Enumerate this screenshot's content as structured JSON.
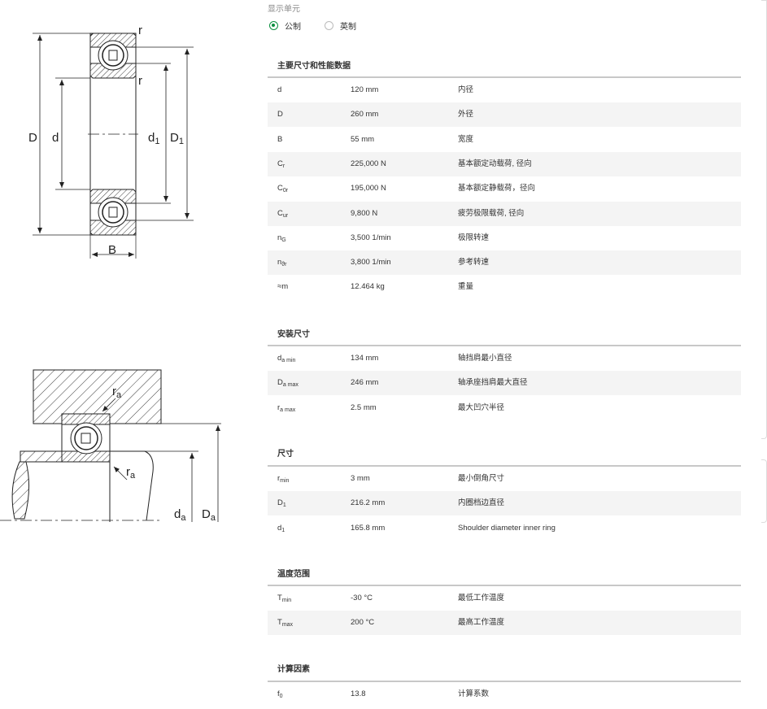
{
  "unit_selector": {
    "label": "显示单元",
    "options": [
      {
        "label": "公制",
        "selected": true
      },
      {
        "label": "英制",
        "selected": false
      }
    ]
  },
  "sections": [
    {
      "title": "主要尺寸和性能数据",
      "rows": [
        {
          "sym": "d",
          "sub": "",
          "value": "120 mm",
          "desc": "内径"
        },
        {
          "sym": "D",
          "sub": "",
          "value": "260 mm",
          "desc": "外径"
        },
        {
          "sym": "B",
          "sub": "",
          "value": "55 mm",
          "desc": "宽度"
        },
        {
          "sym": "C",
          "sub": "r",
          "value": "225,000 N",
          "desc": "基本额定动载荷, 径向"
        },
        {
          "sym": "C",
          "sub": "0r",
          "value": "195,000 N",
          "desc": "基本额定静载荷，径向"
        },
        {
          "sym": "C",
          "sub": "ur",
          "value": "9,800 N",
          "desc": "疲劳极限载荷, 径向"
        },
        {
          "sym": "n",
          "sub": "G",
          "value": "3,500 1/min",
          "desc": "极限转速"
        },
        {
          "sym": "n",
          "sub": "ϑr",
          "value": "3,800 1/min",
          "desc": "参考转速"
        },
        {
          "sym": "≈m",
          "sub": "",
          "value": "12.464 kg",
          "desc": "重量"
        }
      ]
    },
    {
      "title": "安装尺寸",
      "rows": [
        {
          "sym": "d",
          "sub": "a min",
          "value": "134 mm",
          "desc": "轴挡肩最小直径"
        },
        {
          "sym": "D",
          "sub": "a max",
          "value": "246 mm",
          "desc": "轴承座挡肩最大直径"
        },
        {
          "sym": "r",
          "sub": "a max",
          "value": "2.5 mm",
          "desc": "最大凹穴半径"
        }
      ]
    },
    {
      "title": "尺寸",
      "rows": [
        {
          "sym": "r",
          "sub": "min",
          "value": "3 mm",
          "desc": "最小倒角尺寸"
        },
        {
          "sym": "D",
          "sub": "1",
          "value": "216.2 mm",
          "desc": "内圈档边直径"
        },
        {
          "sym": "d",
          "sub": "1",
          "value": "165.8 mm",
          "desc": "Shoulder diameter inner ring"
        }
      ]
    },
    {
      "title": "温度范围",
      "rows": [
        {
          "sym": "T",
          "sub": "min",
          "value": "-30 °C",
          "desc": "最低工作温度"
        },
        {
          "sym": "T",
          "sub": "max",
          "value": "200 °C",
          "desc": "最高工作温度"
        }
      ]
    },
    {
      "title": "计算因素",
      "rows": [
        {
          "sym": "f",
          "sub": "0",
          "value": "13.8",
          "desc": "计算系数"
        }
      ]
    }
  ],
  "diagram_labels": {
    "top": {
      "D": "D",
      "d": "d",
      "d1": "d",
      "d1_sub": "1",
      "D1": "D",
      "D1_sub": "1",
      "B": "B",
      "r_top": "r",
      "r_mid": "r"
    },
    "bottom": {
      "ra_top": "r",
      "ra_top_sub": "a",
      "ra_bottom": "r",
      "ra_bottom_sub": "a",
      "da": "d",
      "da_sub": "a",
      "Da": "D",
      "Da_sub": "a"
    }
  }
}
